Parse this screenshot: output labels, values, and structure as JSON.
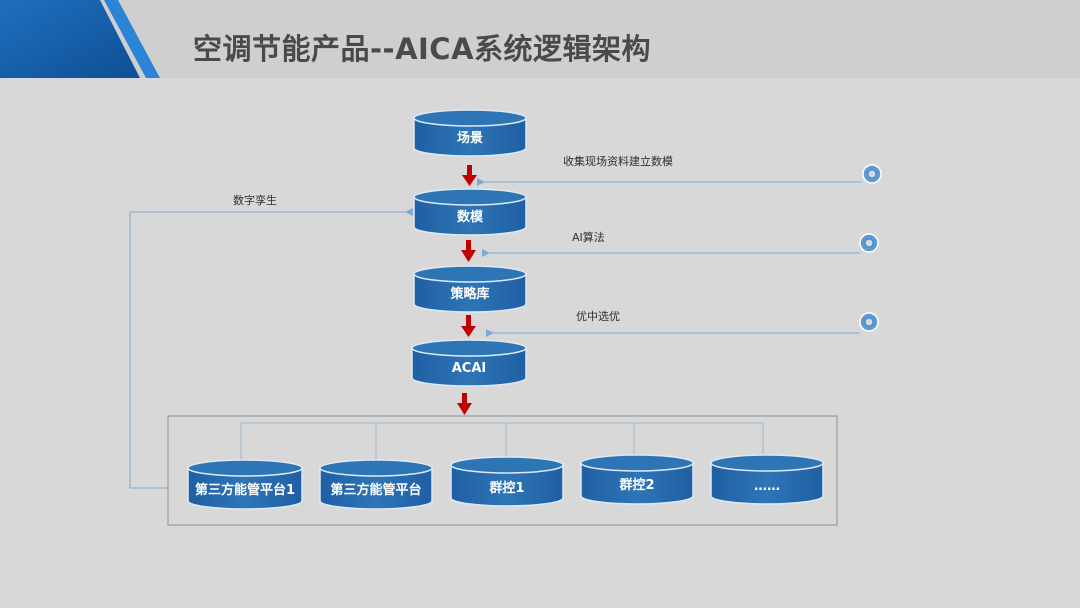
{
  "title": "空调节能产品--AICA系统逻辑架构",
  "colors": {
    "accent_blue": "#2e75b6",
    "node_fill": "#2e75b6",
    "node_top": "#5b9bd5",
    "flow_arrow": "#c00000",
    "input_line": "#7fa9d6",
    "background": "#d8d8d8"
  },
  "flow_nodes": [
    {
      "id": "scene",
      "label": "场景"
    },
    {
      "id": "model",
      "label": "数模"
    },
    {
      "id": "strategy",
      "label": "策略库"
    },
    {
      "id": "acai",
      "label": "ACAI"
    }
  ],
  "inputs": [
    {
      "label": "收集现场资料建立数模",
      "icon": "target-circle-icon"
    },
    {
      "label": "AI算法",
      "icon": "target-circle-icon"
    },
    {
      "label": "优中选优",
      "icon": "target-circle-icon"
    }
  ],
  "feedback_label": "数字孪生",
  "platforms": [
    {
      "label": "第三方能管平台1"
    },
    {
      "label": "第三方能管平台"
    },
    {
      "label": "群控1"
    },
    {
      "label": "群控2"
    },
    {
      "label": "……"
    }
  ]
}
